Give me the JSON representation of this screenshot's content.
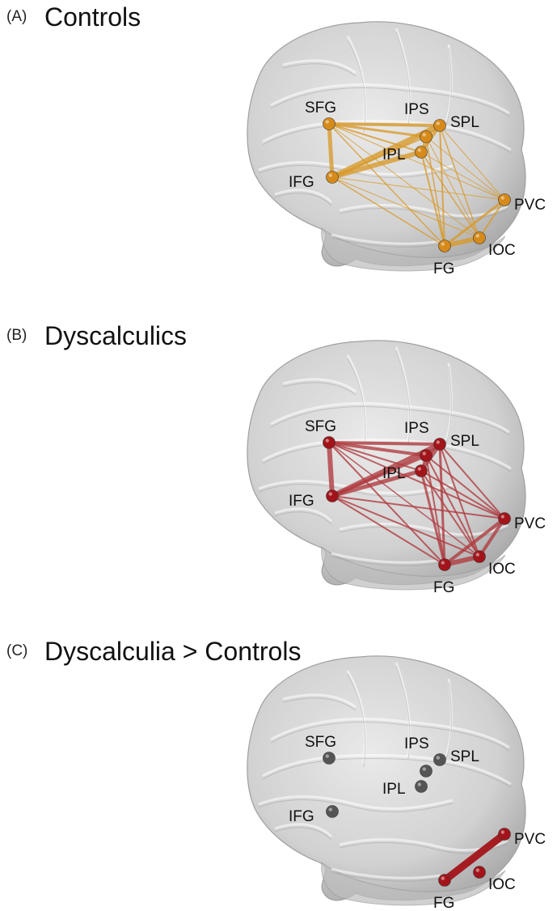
{
  "panels": [
    {
      "letter": "(A)",
      "title": "Controls",
      "edge_color": "#d99a2b",
      "node_color": "#d68a1a",
      "edges": [
        [
          "SFG",
          "IFG",
          5
        ],
        [
          "SFG",
          "IPS",
          3
        ],
        [
          "SFG",
          "SPL",
          4
        ],
        [
          "SFG",
          "IPL",
          2
        ],
        [
          "SFG",
          "PVC",
          1
        ],
        [
          "SFG",
          "FG",
          1.5
        ],
        [
          "SFG",
          "IOC",
          1
        ],
        [
          "IFG",
          "IPS",
          2
        ],
        [
          "IFG",
          "SPL",
          7
        ],
        [
          "IFG",
          "IPL",
          6
        ],
        [
          "IFG",
          "FG",
          1.5
        ],
        [
          "IFG",
          "IOC",
          1
        ],
        [
          "IFG",
          "PVC",
          1
        ],
        [
          "IPS",
          "SPL",
          2
        ],
        [
          "IPS",
          "IPL",
          2
        ],
        [
          "IPS",
          "FG",
          1.5
        ],
        [
          "IPS",
          "IOC",
          1
        ],
        [
          "IPS",
          "PVC",
          1
        ],
        [
          "SPL",
          "IPL",
          4
        ],
        [
          "SPL",
          "FG",
          2
        ],
        [
          "SPL",
          "IOC",
          1.5
        ],
        [
          "SPL",
          "PVC",
          1
        ],
        [
          "IPL",
          "FG",
          2
        ],
        [
          "IPL",
          "IOC",
          1.5
        ],
        [
          "IPL",
          "PVC",
          1
        ],
        [
          "FG",
          "IOC",
          6
        ],
        [
          "FG",
          "PVC",
          3
        ],
        [
          "IOC",
          "PVC",
          2
        ]
      ]
    },
    {
      "letter": "(B)",
      "title": "Dyscalculics",
      "edge_color": "#b03a3f",
      "node_color": "#a3141a",
      "edges": [
        [
          "SFG",
          "IFG",
          6
        ],
        [
          "SFG",
          "IPS",
          4
        ],
        [
          "SFG",
          "SPL",
          4
        ],
        [
          "SFG",
          "IPL",
          2
        ],
        [
          "SFG",
          "PVC",
          2
        ],
        [
          "SFG",
          "FG",
          2
        ],
        [
          "SFG",
          "IOC",
          1.5
        ],
        [
          "IFG",
          "IPS",
          4
        ],
        [
          "IFG",
          "SPL",
          6
        ],
        [
          "IFG",
          "IPL",
          5
        ],
        [
          "IFG",
          "FG",
          2
        ],
        [
          "IFG",
          "IOC",
          2
        ],
        [
          "IFG",
          "PVC",
          2
        ],
        [
          "IPS",
          "SPL",
          3
        ],
        [
          "IPS",
          "IPL",
          2
        ],
        [
          "IPS",
          "FG",
          2
        ],
        [
          "IPS",
          "IOC",
          2
        ],
        [
          "IPS",
          "PVC",
          2
        ],
        [
          "SPL",
          "IPL",
          5
        ],
        [
          "SPL",
          "FG",
          3
        ],
        [
          "SPL",
          "IOC",
          2
        ],
        [
          "SPL",
          "PVC",
          2
        ],
        [
          "IPL",
          "FG",
          3
        ],
        [
          "IPL",
          "IOC",
          2
        ],
        [
          "IPL",
          "PVC",
          2
        ],
        [
          "FG",
          "IOC",
          6
        ],
        [
          "FG",
          "PVC",
          4
        ],
        [
          "IOC",
          "PVC",
          4
        ]
      ]
    },
    {
      "letter": "(C)",
      "title": "Dyscalculia > Controls",
      "edge_color": "#a3141a",
      "node_color": "#555555",
      "highlight_nodes": [
        "PVC",
        "FG",
        "IOC"
      ],
      "highlight_color": "#a3141a",
      "edges": [
        [
          "FG",
          "PVC",
          9
        ]
      ]
    }
  ],
  "nodes": [
    {
      "id": "SFG",
      "label": "SFG"
    },
    {
      "id": "IPS",
      "label": "IPS"
    },
    {
      "id": "SPL",
      "label": "SPL"
    },
    {
      "id": "IPL",
      "label": "IPL"
    },
    {
      "id": "IFG",
      "label": "IFG"
    },
    {
      "id": "PVC",
      "label": "PVC"
    },
    {
      "id": "FG",
      "label": "FG"
    },
    {
      "id": "IOC",
      "label": "IOC"
    }
  ]
}
